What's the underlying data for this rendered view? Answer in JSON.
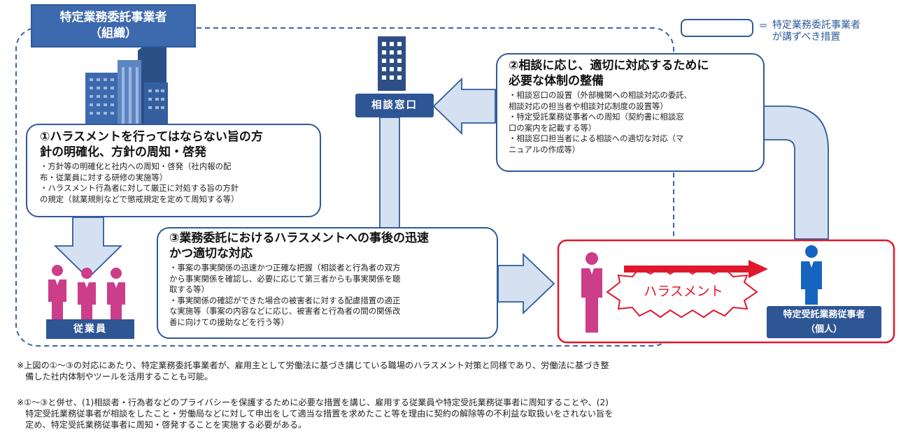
{
  "org": {
    "line1": "特定業務委託事業者",
    "line2": "（組織）"
  },
  "legend": {
    "equals": "＝",
    "line1": "特定業務委託事業者",
    "line2": "が講ずべき措置"
  },
  "box1": {
    "title": "①ハラスメントを行ってはならない旨の方\n針の明確化、方針の周知・啓発",
    "body": "・方針等の明確化と社内への周知・啓発（社内報の配\n布・従業員に対する研修の実施等）\n・ハラスメント行為者に対して厳正に対処する旨の方針\nの規定（就業規則などで懲戒規定を定めて周知する等）"
  },
  "box2": {
    "title": "②相談に応じ、適切に対応するために\n必要な体制の整備",
    "body": "・相談窓口の設置（外部機関への相談対応の委託、\n相談対応の担当者や相談対応制度の設置等）\n・特定受託業務従事者への周知（契約書に相談窓\n口の案内を記載する等）\n・相談窓口担当者による相談への適切な対応（マ\nニュアルの作成等）"
  },
  "box3": {
    "title": "③業務委託におけるハラスメントへの事後の迅速\nかつ適切な対応",
    "body": "・事案の事実関係の迅速かつ正確な把握（相談者と行為者の双方\nから事実関係を確認し、必要に応じて第三者からも事実関係を聴\n取する等）\n・事実関係の確認ができた場合の被害者に対する配慮措置の適正\nな実施等（事案の内容などに応じ、被害者と行為者の間の関係改\n善に向けての援助などを行う等）"
  },
  "consult_label": "相談窓口",
  "employees_label": "従業員",
  "harassment_label": "ハラスメント",
  "worker": {
    "line1": "特定受託業務従事者",
    "line2": "（個人）"
  },
  "notes": {
    "note1": "※上図の①～③の対応にあたり、特定業務委託事業者が、雇用主として労働法に基づき講じている職場のハラスメント対策と同様であり、労働法に基づき整\n　備した社内体制やツールを活用することも可能。",
    "note2": "※①～③と併せ、(1)相談者・行為者などのプライバシーを保護するために必要な措置を講じ、雇用する従業員や特定受託業務従事者に周知することや、(2)\n　特定受託業務従事者が相談をしたこと・労働局などに対して申出をして適当な措置を求めたこと等を理由に契約の解除等の不利益な取扱いをされない旨を\n　定め、特定受託業務従事者に周知・啓発することを実施する必要がある。"
  },
  "colors": {
    "dark_blue": "#2e5594",
    "border_blue": "#2d5a9a",
    "arrow_fill": "#d5e1f1",
    "pink": "#cc3d8a",
    "red": "#e0182d",
    "worker_blue": "#1565c0"
  },
  "icons": [
    "building-icon",
    "office-building-icon",
    "person-icon",
    "arrow-icon"
  ]
}
